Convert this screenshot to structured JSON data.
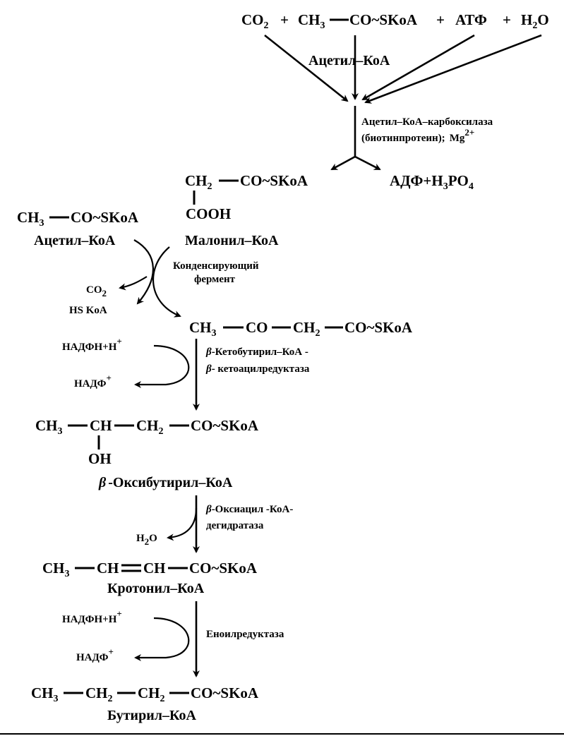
{
  "reaction1": {
    "co2": "CO",
    "co2_sub": "2",
    "plus1": "+",
    "ch3": "CH",
    "ch3_sub": "3",
    "co_skoa": "CO~SKoA",
    "plus2": "+",
    "atf": "АТФ",
    "plus3": "+",
    "h2o": "H",
    "h2o_sub": "2",
    "h2o_o": "O",
    "acetyl_label": "Ацетил–КоА",
    "enzyme1": "Ацетил–КоА–карбоксилаза",
    "enzyme1_note": "(биотинпротеин);",
    "mg": "Mg",
    "mg_sup": "2+"
  },
  "malonyl": {
    "ch2": "CH",
    "ch2_sub": "2",
    "co_skoa": "CO~SKoA",
    "cooh": "COOH",
    "adf": "АДФ+H",
    "adf_sub1": "3",
    "adf_po": "PO",
    "adf_sub2": "4",
    "name": "Малонил–КоА"
  },
  "acetyl2": {
    "ch3": "CH",
    "ch3_sub": "3",
    "co_skoa": "CO~SKoA",
    "name": "Ацетил–КоА"
  },
  "condense": {
    "enzyme_line1": "Конденсирующий",
    "enzyme_line2": "фермент",
    "co2": "CO",
    "co2_sub": "2",
    "hskoa": "HS KoA"
  },
  "ketobutyryl": {
    "ch3": "CH",
    "ch3_sub": "3",
    "co1": "CO",
    "ch2": "CH",
    "ch2_sub": "2",
    "co_skoa": "CO~SKoA",
    "nadph": "НАДФН+Н",
    "nadph_sup": "+",
    "nadp": "НАДФ",
    "nadp_sup": "+",
    "beta": "β",
    "enzyme_line1": "-Кетобутирил–КоА -",
    "enzyme_line2": "- кетоацилредуктаза"
  },
  "oxybutyryl": {
    "ch3": "CH",
    "ch3_sub": "3",
    "ch": "CH",
    "ch2": "CH",
    "ch2_sub": "2",
    "co_skoa": "CO~SKoA",
    "oh": "OH",
    "beta": "β",
    "name": "-Оксибутирил–КоА",
    "enzyme_line1": "-Оксиацил -КоА-",
    "enzyme_line2": "дегидратаза",
    "h2o": "H",
    "h2o_sub": "2",
    "h2o_o": "O"
  },
  "crotonyl": {
    "ch3": "CH",
    "ch3_sub": "3",
    "ch1": "CH",
    "ch2": "CH",
    "co_skoa": "CO~SKoA",
    "name": "Кротонил–КоА",
    "nadph": "НАДФН+Н",
    "nadph_sup": "+",
    "nadp": "НАДФ",
    "nadp_sup": "+",
    "enzyme": "Еноилредуктаза"
  },
  "butyryl": {
    "ch3": "CH",
    "ch3_sub": "3",
    "ch2a": "CH",
    "ch2a_sub": "2",
    "ch2b": "CH",
    "ch2b_sub": "2",
    "co_skoa": "CO~SKoA",
    "name": "Бутирил–КоА"
  }
}
